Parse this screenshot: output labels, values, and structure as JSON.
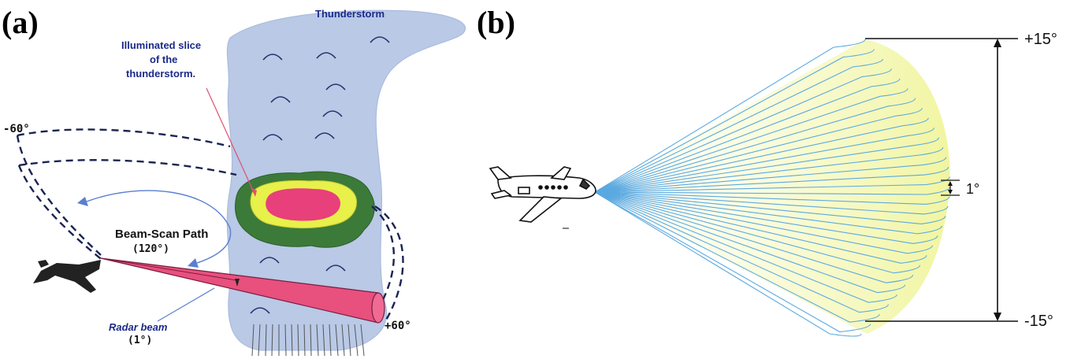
{
  "panel_a": {
    "label": "(a)",
    "thunderstorm_label": "Thunderstorm",
    "illuminated_label_line1": "Illuminated slice",
    "illuminated_label_line2": "of the",
    "illuminated_label_line3": "thunderstorm.",
    "left_angle": "-60°",
    "right_angle": "+60°",
    "beam_scan_label": "Beam-Scan Path",
    "beam_scan_angle": "(120°)",
    "radar_beam_label": "Radar beam",
    "radar_beam_angle": "(1°)",
    "colors": {
      "cloud": "#b9c9e6",
      "storm_outer": "#3c7a3a",
      "storm_mid": "#e8f04a",
      "storm_core": "#e8407a",
      "beam": "#e8507e"
    }
  },
  "panel_b": {
    "label": "(b)",
    "top_angle": "+15°",
    "bottom_angle": "-15°",
    "beam_width": "1°",
    "colors": {
      "fan_fill": "#eef3a8",
      "fan_line": "#5aa9e0"
    }
  }
}
